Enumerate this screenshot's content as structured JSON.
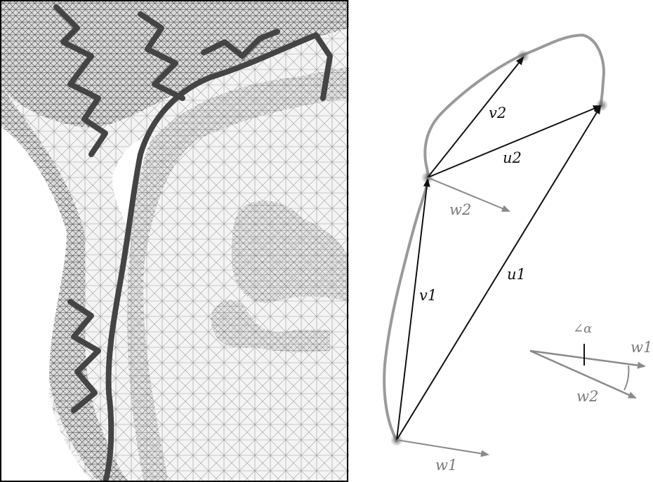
{
  "diagram": {
    "labels": {
      "v1": "v1",
      "v2": "v2",
      "u1": "u1",
      "u2": "u2",
      "w1": "w1",
      "w2": "w2",
      "angle": "∠α"
    },
    "colors": {
      "vector_dark": "#111111",
      "vector_gray": "#8a8a8a",
      "contour": "#9a9a9a",
      "mesh_line": "#222222",
      "skeleton": "#444444"
    }
  }
}
